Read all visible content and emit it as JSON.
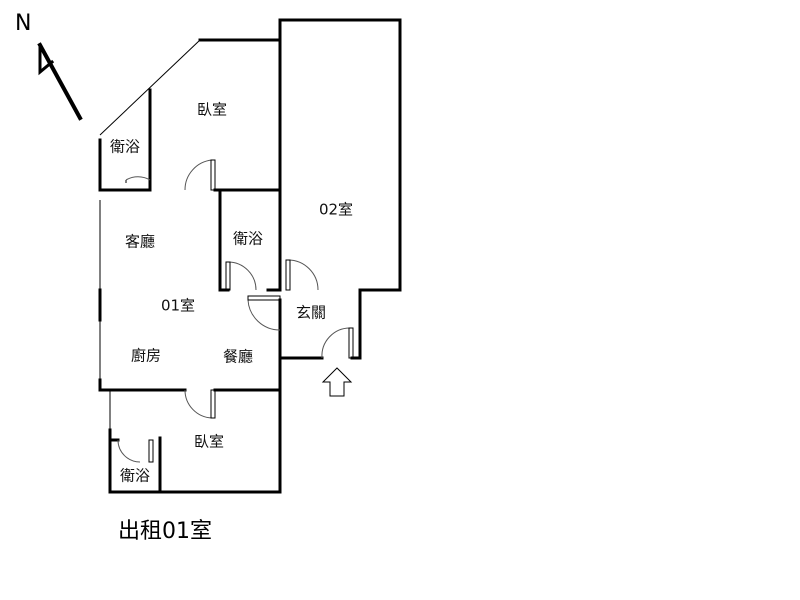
{
  "compass": {
    "label": "N",
    "icon": "north-arrow-icon"
  },
  "rooms": {
    "bedroom_top": "臥室",
    "bath_top_left": "衛浴",
    "unit_02": "02室",
    "living": "客廳",
    "bath_center": "衛浴",
    "unit_01": "01室",
    "entrance": "玄關",
    "kitchen": "廚房",
    "dining": "餐廳",
    "bedroom_bottom": "臥室",
    "bath_bottom": "衛浴"
  },
  "entry_marker": {
    "icon": "entry-arrow-icon"
  },
  "caption": "出租01室"
}
